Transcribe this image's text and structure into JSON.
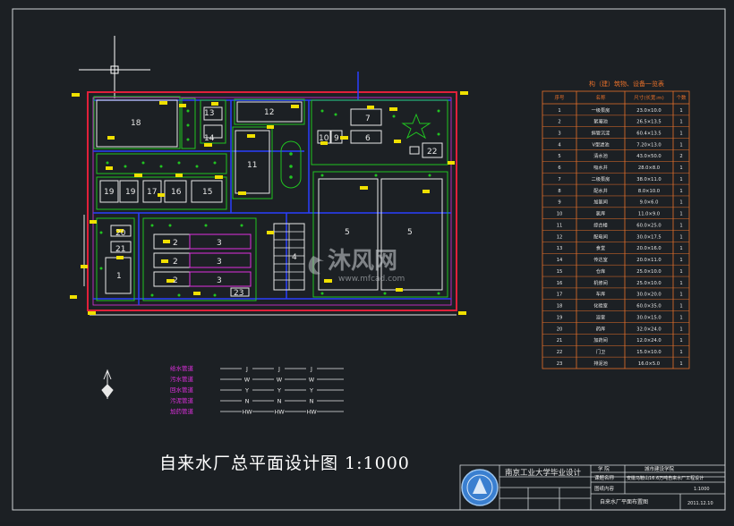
{
  "drawing_title": "自来水厂总平面设计图 1:1000",
  "site_numbers": [
    "18",
    "13",
    "14",
    "12",
    "7",
    "6",
    "10",
    "9",
    "22",
    "11",
    "19",
    "19",
    "17",
    "16",
    "15",
    "5",
    "5",
    "20",
    "21",
    "1",
    "2",
    "3",
    "2",
    "3",
    "2",
    "3",
    "23",
    "4"
  ],
  "legend": {
    "items": [
      {
        "label": "给水管道",
        "code": "J"
      },
      {
        "label": "污水管道",
        "code": "W"
      },
      {
        "label": "回水管道",
        "code": "Y"
      },
      {
        "label": "污泥管道",
        "code": "N"
      },
      {
        "label": "加药管道",
        "code": "HW"
      }
    ]
  },
  "table": {
    "title": "构（建）筑物、设备一览表",
    "headers": [
      "序号",
      "名称",
      "尺寸(长宽:m)",
      "个数"
    ],
    "rows": [
      [
        "1",
        "一级泵房",
        "23.0×10.0",
        "1"
      ],
      [
        "2",
        "絮凝池",
        "26.5×13.5",
        "1"
      ],
      [
        "3",
        "斜管沉淀",
        "60.4×13.5",
        "1"
      ],
      [
        "4",
        "V型滤池",
        "7.20×13.0",
        "1"
      ],
      [
        "5",
        "清水池",
        "43.0×50.0",
        "2"
      ],
      [
        "6",
        "吸水井",
        "28.0×8.0",
        "1"
      ],
      [
        "7",
        "二级泵房",
        "38.0×11.0",
        "1"
      ],
      [
        "8",
        "配水井",
        "8.0×10.0",
        "1"
      ],
      [
        "9",
        "加氯间",
        "9.0×6.0",
        "1"
      ],
      [
        "10",
        "氯库",
        "11.0×9.0",
        "1"
      ],
      [
        "11",
        "综合楼",
        "60.0×25.0",
        "1"
      ],
      [
        "12",
        "配电间",
        "30.0×17.5",
        "1"
      ],
      [
        "13",
        "食堂",
        "20.0×16.0",
        "1"
      ],
      [
        "14",
        "传达室",
        "20.0×11.0",
        "1"
      ],
      [
        "15",
        "仓库",
        "25.0×10.0",
        "1"
      ],
      [
        "16",
        "机修间",
        "25.0×10.0",
        "1"
      ],
      [
        "17",
        "车库",
        "30.0×20.0",
        "1"
      ],
      [
        "18",
        "化验室",
        "60.0×35.0",
        "1"
      ],
      [
        "19",
        "浴室",
        "30.0×15.0",
        "1"
      ],
      [
        "20",
        "药库",
        "32.0×24.0",
        "1"
      ],
      [
        "21",
        "加药间",
        "12.0×24.0",
        "1"
      ],
      [
        "22",
        "门卫",
        "15.0×10.0",
        "1"
      ],
      [
        "23",
        "排泥池",
        "16.0×5.0",
        "1"
      ]
    ]
  },
  "title_block": {
    "school": "南京工业大学毕业设计",
    "college_label": "学 院",
    "college_value": "城市建设学院",
    "project_label": "课题名称",
    "project_value": "安徽马鞍山16.6万吨自来水厂工程设计",
    "content_label": "图纸内容",
    "content_value": "自来水厂平面布置图",
    "scale_value": "1:1000",
    "date_value": "2011.12.10"
  },
  "watermark": {
    "brand": "沐风网",
    "url": "www.mfcad.com"
  },
  "colors": {
    "background": "#1c2024",
    "border": "#cfd3d6",
    "green": "#21c421",
    "red": "#e0203a",
    "blue": "#2a3fff",
    "magenta": "#e030e0",
    "white": "#e8e8e8",
    "yellow": "#f0e000",
    "table_line": "#e8702a"
  }
}
